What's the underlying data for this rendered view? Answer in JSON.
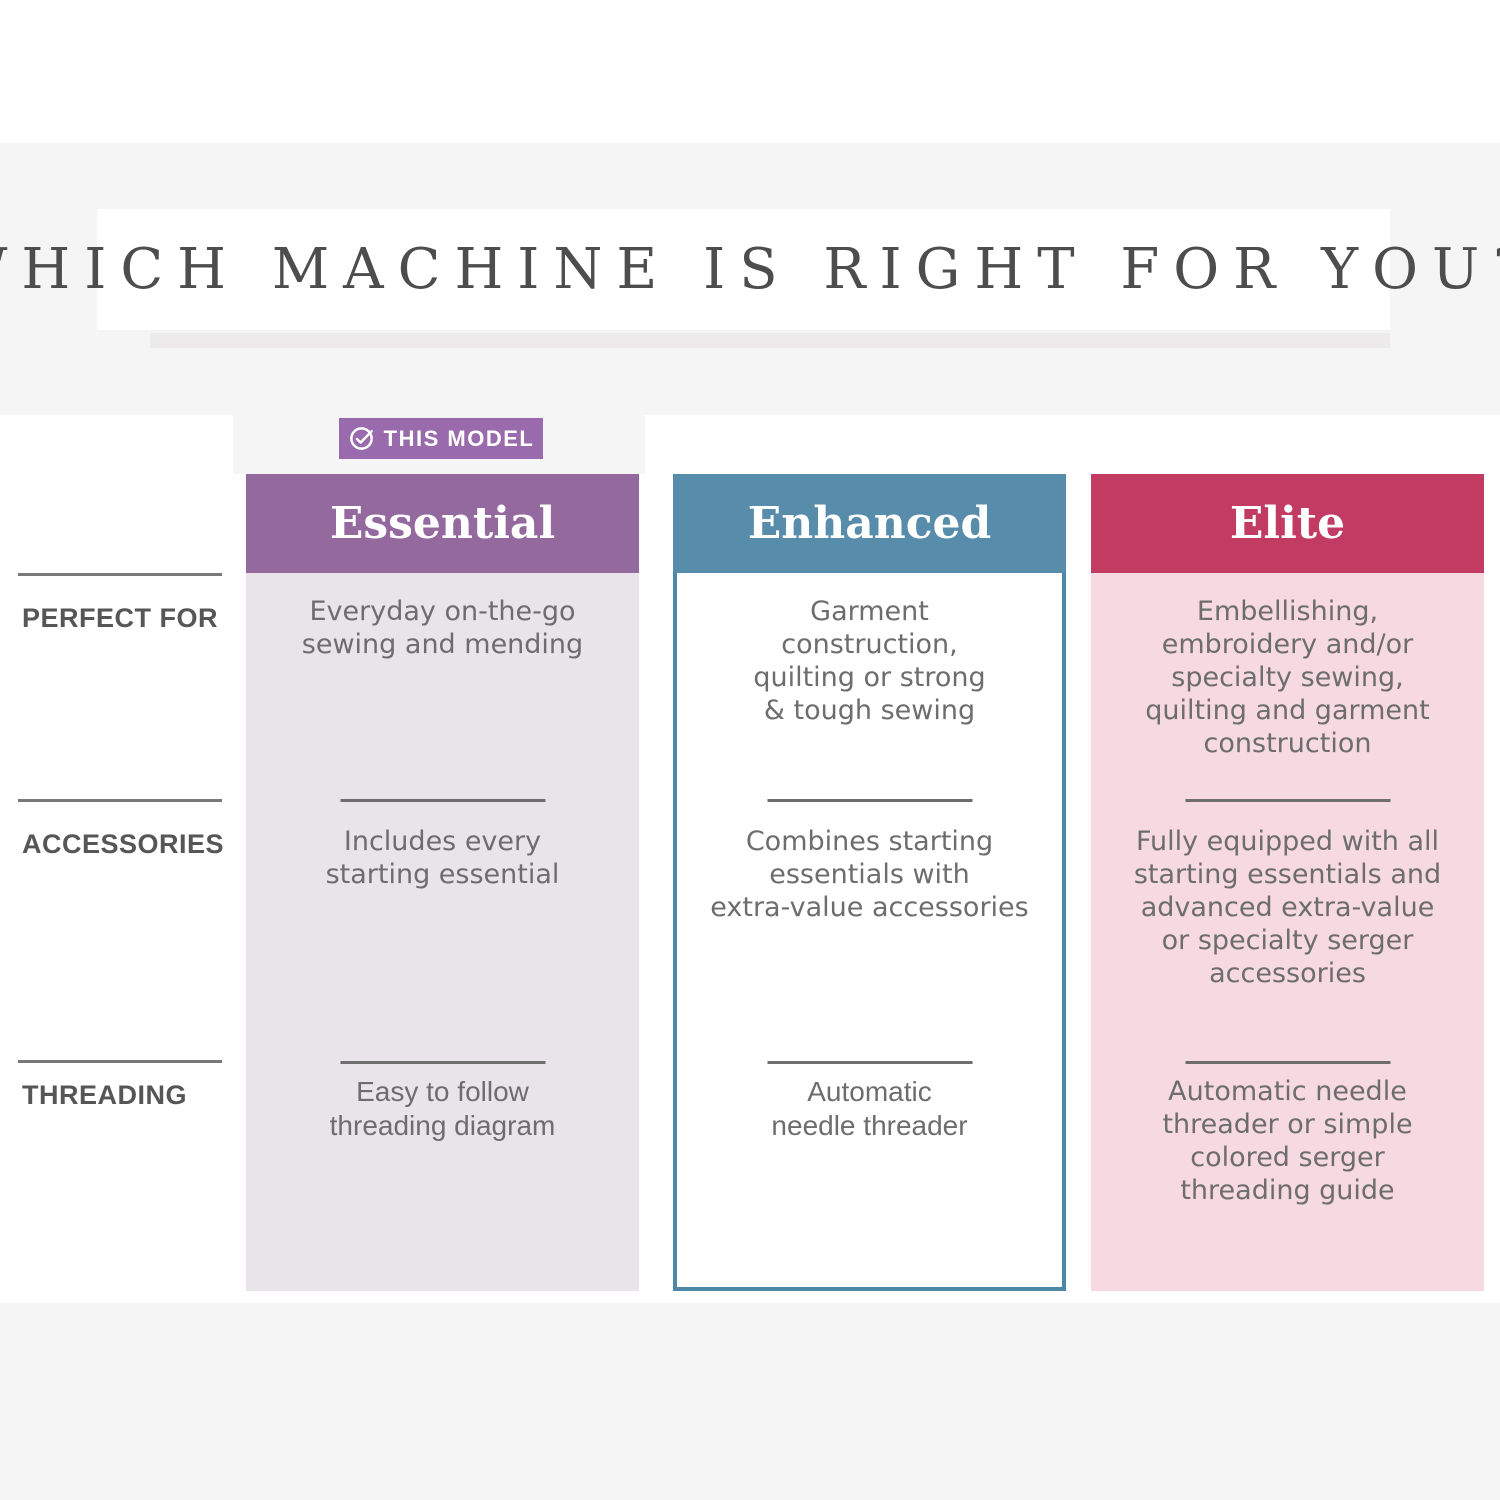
{
  "title": "WHICH MACHINE IS RIGHT FOR YOU?",
  "badge": {
    "label": "THIS MODEL",
    "icon": "check-circle-icon",
    "color": "#9a6bac"
  },
  "row_labels": [
    "PERFECT FOR",
    "ACCESSORIES",
    "THREADING"
  ],
  "colors": {
    "page_gray": "#f6f5f5",
    "title_text": "#4d4d4d",
    "body_text": "#6d6d6d",
    "row_label_text": "#565656",
    "divider_gray": "#6e6e6e"
  },
  "columns": [
    {
      "name": "essential",
      "header": "Essential",
      "header_color": "#94699e",
      "body_color": "#e9e3ea",
      "cells": [
        "Everyday on-the-go\nsewing and mending",
        "Includes every\nstarting essential",
        "Easy to follow\nthreading diagram"
      ]
    },
    {
      "name": "enhanced",
      "header": "Enhanced",
      "header_color": "#578cab",
      "body_color": "#ffffff",
      "border_color": "#4e88a8",
      "cells": [
        "Garment\nconstruction,\nquilting or strong\n& tough sewing",
        "Combines starting\nessentials with\nextra-value accessories",
        "Automatic\nneedle threader"
      ]
    },
    {
      "name": "elite",
      "header": "Elite",
      "header_color": "#c23b62",
      "body_color": "#f7d9e2",
      "cells": [
        "Embellishing,\nembroidery and/or\nspecialty sewing,\nquilting and garment\nconstruction",
        "Fully equipped with all\nstarting essentials and\nadvanced extra-value\nor specialty serger\naccessories",
        "Automatic needle\nthreader or simple\ncolored serger\nthreading guide"
      ]
    }
  ]
}
